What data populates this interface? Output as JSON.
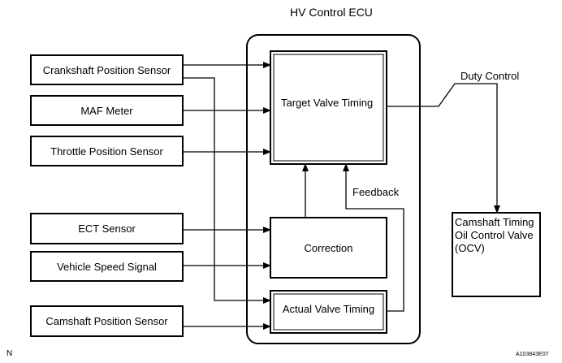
{
  "ecu": {
    "title": "HV Control ECU"
  },
  "sensors": [
    {
      "key": "crankshaft",
      "label": "Crankshaft Position Sensor"
    },
    {
      "key": "maf",
      "label": "MAF Meter"
    },
    {
      "key": "throttle",
      "label": "Throttle Position Sensor"
    },
    {
      "key": "ect",
      "label": "ECT Sensor"
    },
    {
      "key": "vehicle_speed",
      "label": "Vehicle Speed Signal"
    },
    {
      "key": "camshaft",
      "label": "Camshaft Position Sensor"
    }
  ],
  "blocks": {
    "target": "Target Valve Timing",
    "correction": "Correction",
    "actual": "Actual Valve Timing"
  },
  "labels": {
    "duty_control": "Duty Control",
    "feedback": "Feedback"
  },
  "output": {
    "line1": "Camshaft Timing",
    "line2": "Oil Control Valve",
    "line3": "(OCV)"
  },
  "corner_left": "N",
  "corner_right": "A103843E07"
}
